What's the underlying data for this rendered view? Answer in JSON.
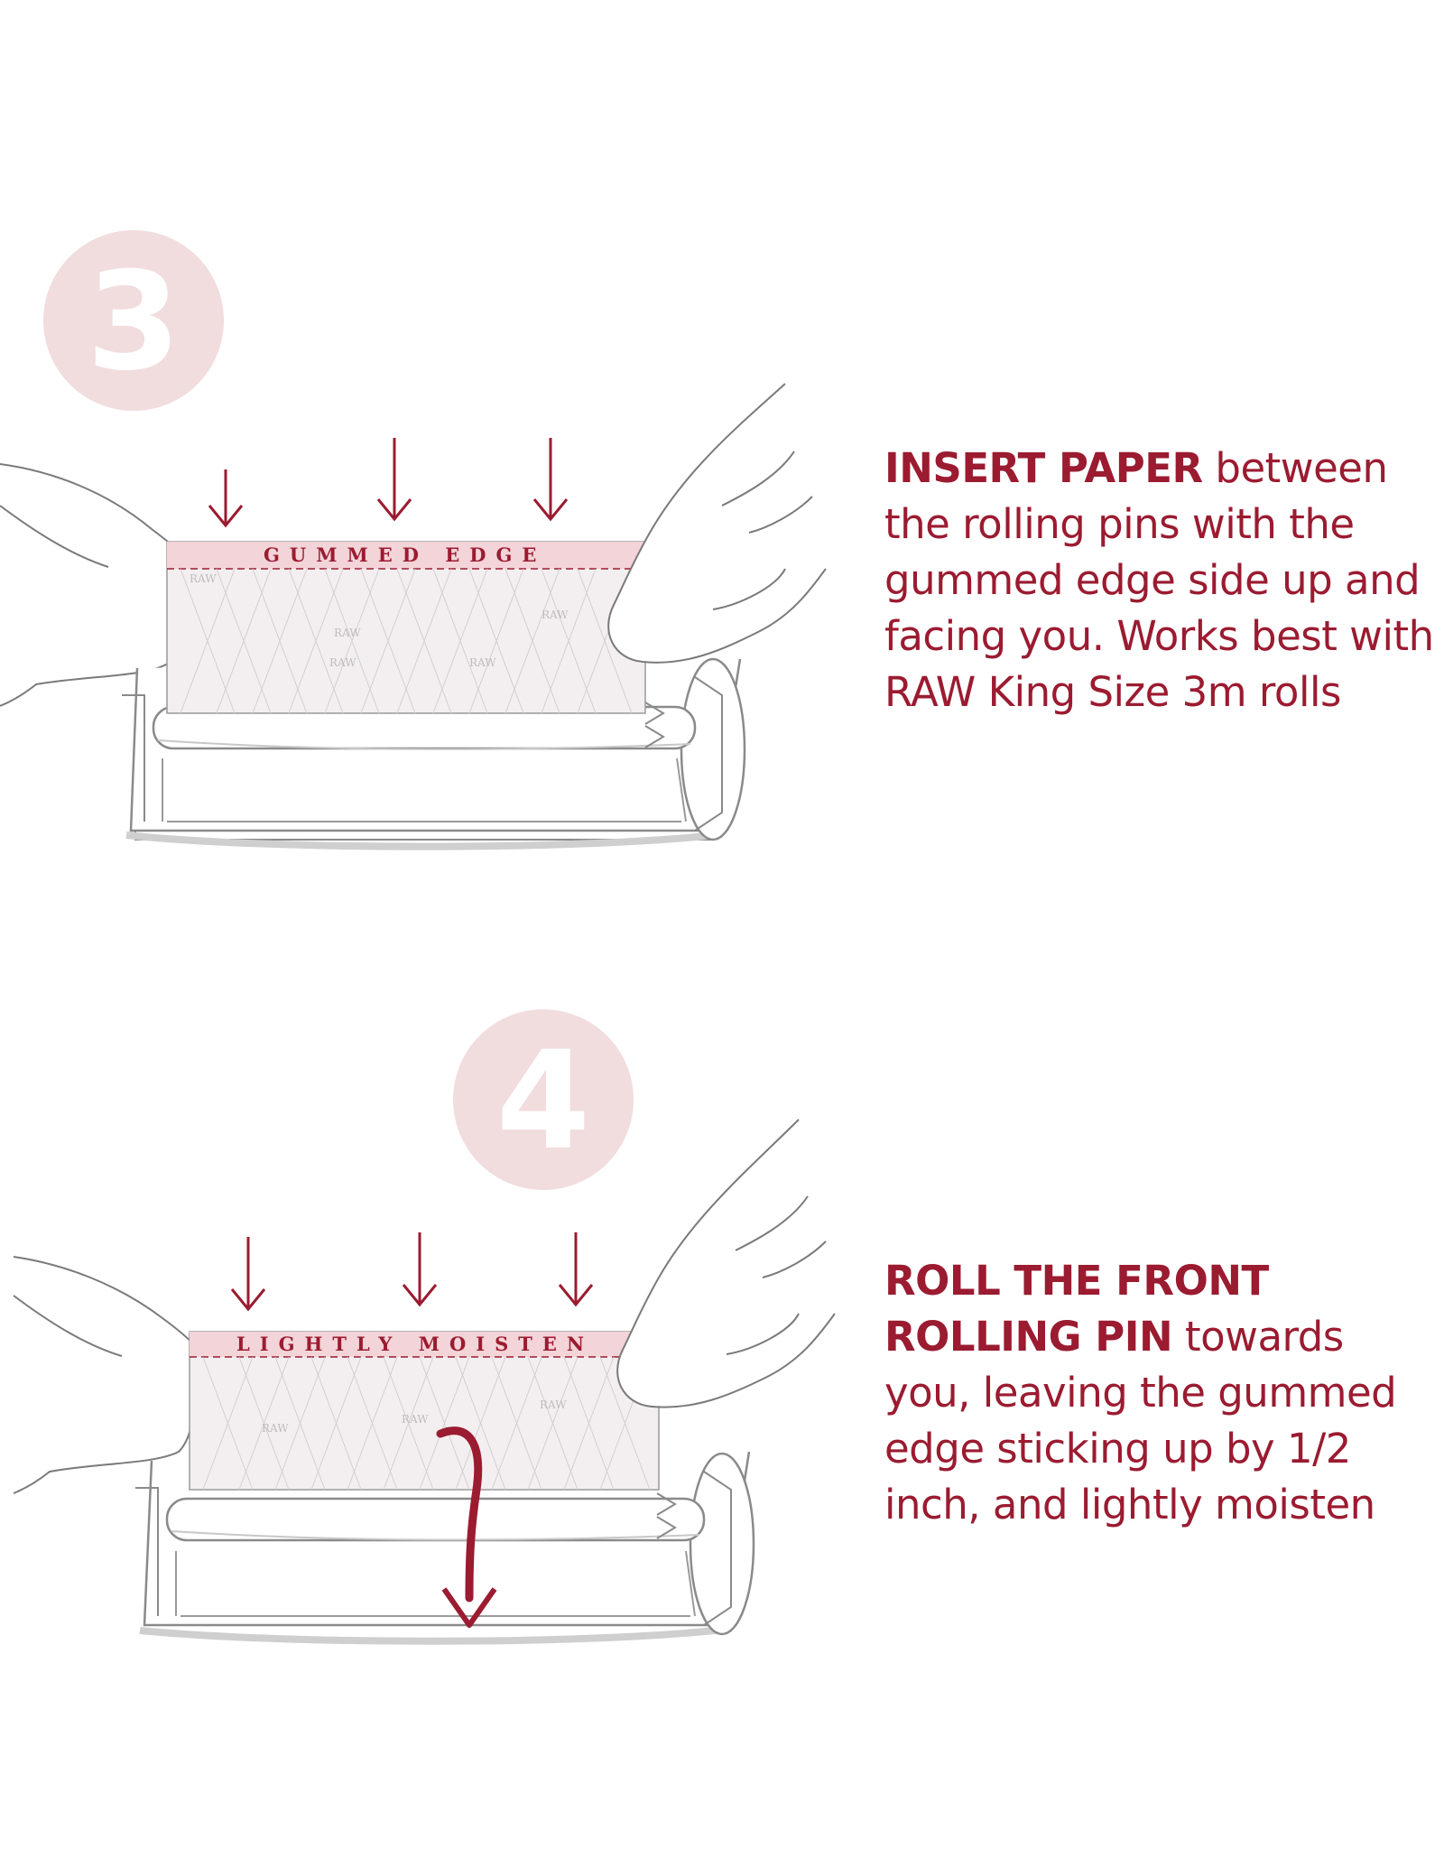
{
  "colors": {
    "accent": "#9b1b30",
    "badge": "#f1dcde",
    "paper": "#f3eff0",
    "gum_strip": "#f3d4d8",
    "line": "#7a7a7a"
  },
  "steps": [
    {
      "number": "3",
      "paper_label": "GUMMED EDGE",
      "text_strong": "INSERT PAPER",
      "text_rest": " between the rolling pins with the gummed edge side up and facing you. Works best with RAW King Size 3m rolls"
    },
    {
      "number": "4",
      "paper_label": "LIGHTLY MOISTEN",
      "text_strong": "ROLL THE FRONT ROLLING PIN",
      "text_rest": " towards you, leaving the gummed edge sticking up by 1/2 inch, and lightly moisten"
    }
  ],
  "watermark": "RAW"
}
